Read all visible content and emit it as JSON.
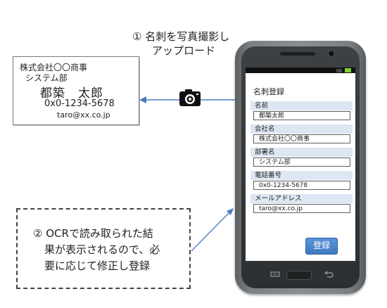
{
  "step1": {
    "line1": "① 名刺を写真撮影し",
    "line2": "アップロード"
  },
  "card": {
    "company": "株式会社〇〇商事",
    "department": "システム部",
    "name": "都築　太郎",
    "phone": "0x0-1234-5678",
    "email": "taro@xx.co.jp"
  },
  "icons": {
    "camera": "camera-icon",
    "arrow": "arrow-left-icon",
    "link_arrow": "arrow-up-right-icon"
  },
  "app": {
    "title": "名刺登録",
    "fields": [
      {
        "label": "名前",
        "value": "都築太郎"
      },
      {
        "label": "会社名",
        "value": "株式会社〇〇商事"
      },
      {
        "label": "部署名",
        "value": "システム部"
      },
      {
        "label": "電話番号",
        "value": "0x0-1234-5678"
      },
      {
        "label": "メールアドレス",
        "value": "taro@xx.co.jp"
      }
    ],
    "register_label": "登録"
  },
  "step2": {
    "line1": "② OCRで読み取られた結",
    "line2": "果が表示されるので、必",
    "line3": "要に応じて修正し登録"
  },
  "colors": {
    "accent": "#4a86cf",
    "field_header": "#dde6f3",
    "arrow": "#4a7cc0"
  }
}
